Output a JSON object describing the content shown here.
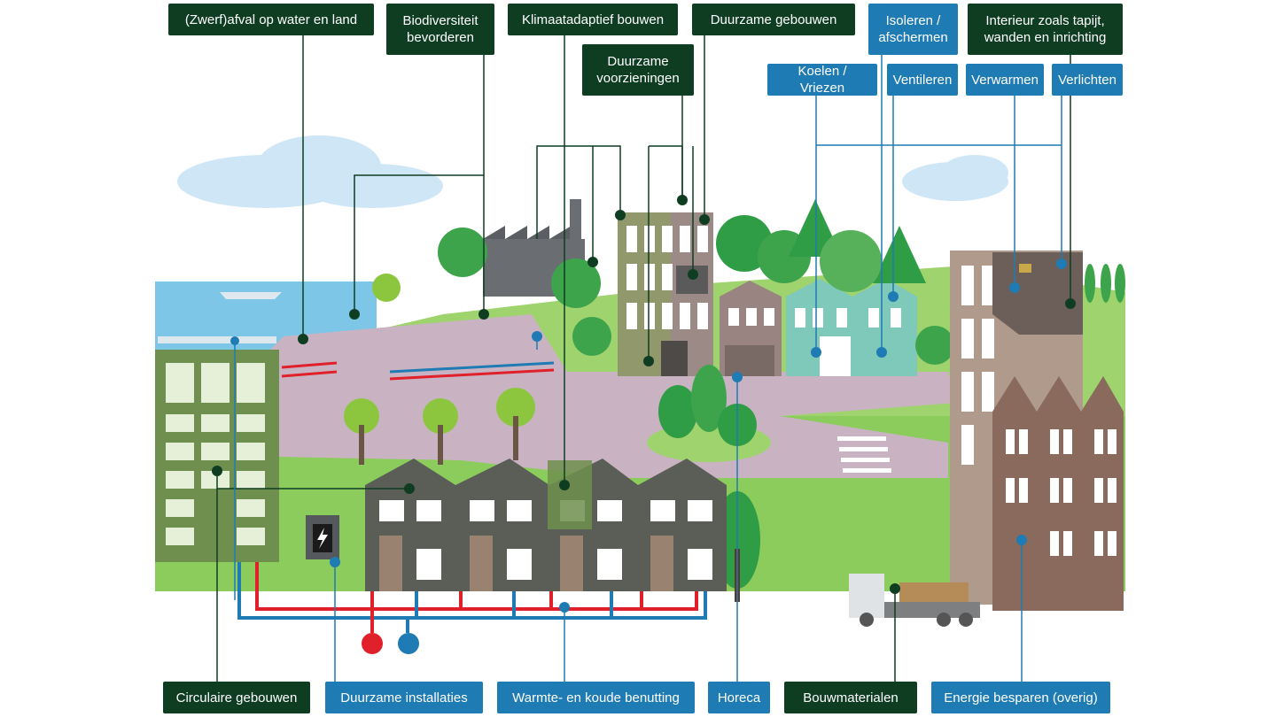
{
  "colors": {
    "green_label": "#0f3d22",
    "blue_label": "#1f7bb3",
    "hot_pipe": "#e0202a",
    "cold_pipe": "#1f7bb3",
    "grass": "#8ccc5c",
    "water": "#7ec6e8",
    "road": "#c9b3c2"
  },
  "labels": {
    "zwerfafval": "(Zwerf)afval op water en land",
    "biodiversiteit": "Biodiversiteit bevorderen",
    "klimaatadaptief": "Klimaatadaptief bouwen",
    "duurzame_voorzieningen": "Duurzame voorzieningen",
    "duurzame_gebouwen": "Duurzame gebouwen",
    "isoleren": "Isoleren / afschermen",
    "interieur": "Interieur zoals tapijt, wanden en inrichting",
    "koelen": "Koelen / Vriezen",
    "ventileren": "Ventileren",
    "verwarmen": "Verwarmen",
    "verlichten": "Verlichten",
    "circulaire": "Circulaire gebouwen",
    "installaties": "Duurzame installaties",
    "warmte": "Warmte- en koude benutting",
    "horeca": "Horeca",
    "bouwmaterialen": "Bouwmaterialen",
    "energie": "Energie besparen (overig)"
  },
  "icons": {
    "charger": "battery-charge-icon"
  }
}
